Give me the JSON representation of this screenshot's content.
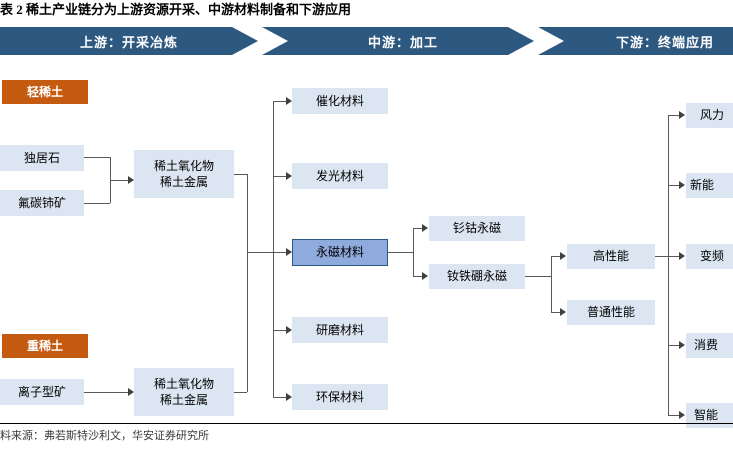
{
  "title": "表 2 稀土产业链分为上游资源开采、中游材料制备和下游应用",
  "banners": [
    {
      "label": "上游：开采冶炼"
    },
    {
      "label": "中游：加工"
    },
    {
      "label": "下游：终端应用"
    }
  ],
  "upstream": {
    "light_tag": "轻稀土",
    "heavy_tag": "重稀土",
    "light_ores": [
      "独居石",
      "氟碳铈矿"
    ],
    "heavy_ores": [
      "离子型矿"
    ],
    "light_product": "稀土氧化物\n稀土金属",
    "light_product_l1": "稀土氧化物",
    "light_product_l2": "稀土金属",
    "heavy_product_l1": "稀土氧化物",
    "heavy_product_l2": "稀土金属"
  },
  "midstream": {
    "materials": [
      {
        "label": "催化材料",
        "highlight": false
      },
      {
        "label": "发光材料",
        "highlight": false
      },
      {
        "label": "永磁材料",
        "highlight": true
      },
      {
        "label": "研磨材料",
        "highlight": false
      },
      {
        "label": "环保材料",
        "highlight": false
      }
    ],
    "magnets": [
      {
        "label": "钐钴永磁"
      },
      {
        "label": "钕铁硼永磁"
      }
    ],
    "grades": [
      {
        "label": "高性能"
      },
      {
        "label": "普通性能"
      }
    ]
  },
  "downstream": {
    "applications": [
      {
        "label": "风力"
      },
      {
        "label": "新能"
      },
      {
        "label": "变频"
      },
      {
        "label": "消费"
      },
      {
        "label": "智能"
      }
    ]
  },
  "source": "料来源：弗若斯特沙利文，华安证券研究所",
  "colors": {
    "banner": "#2d587f",
    "node": "#dce6f2",
    "node_highlight": "#8faadc",
    "tag": "#c55a11",
    "line": "#595959"
  }
}
